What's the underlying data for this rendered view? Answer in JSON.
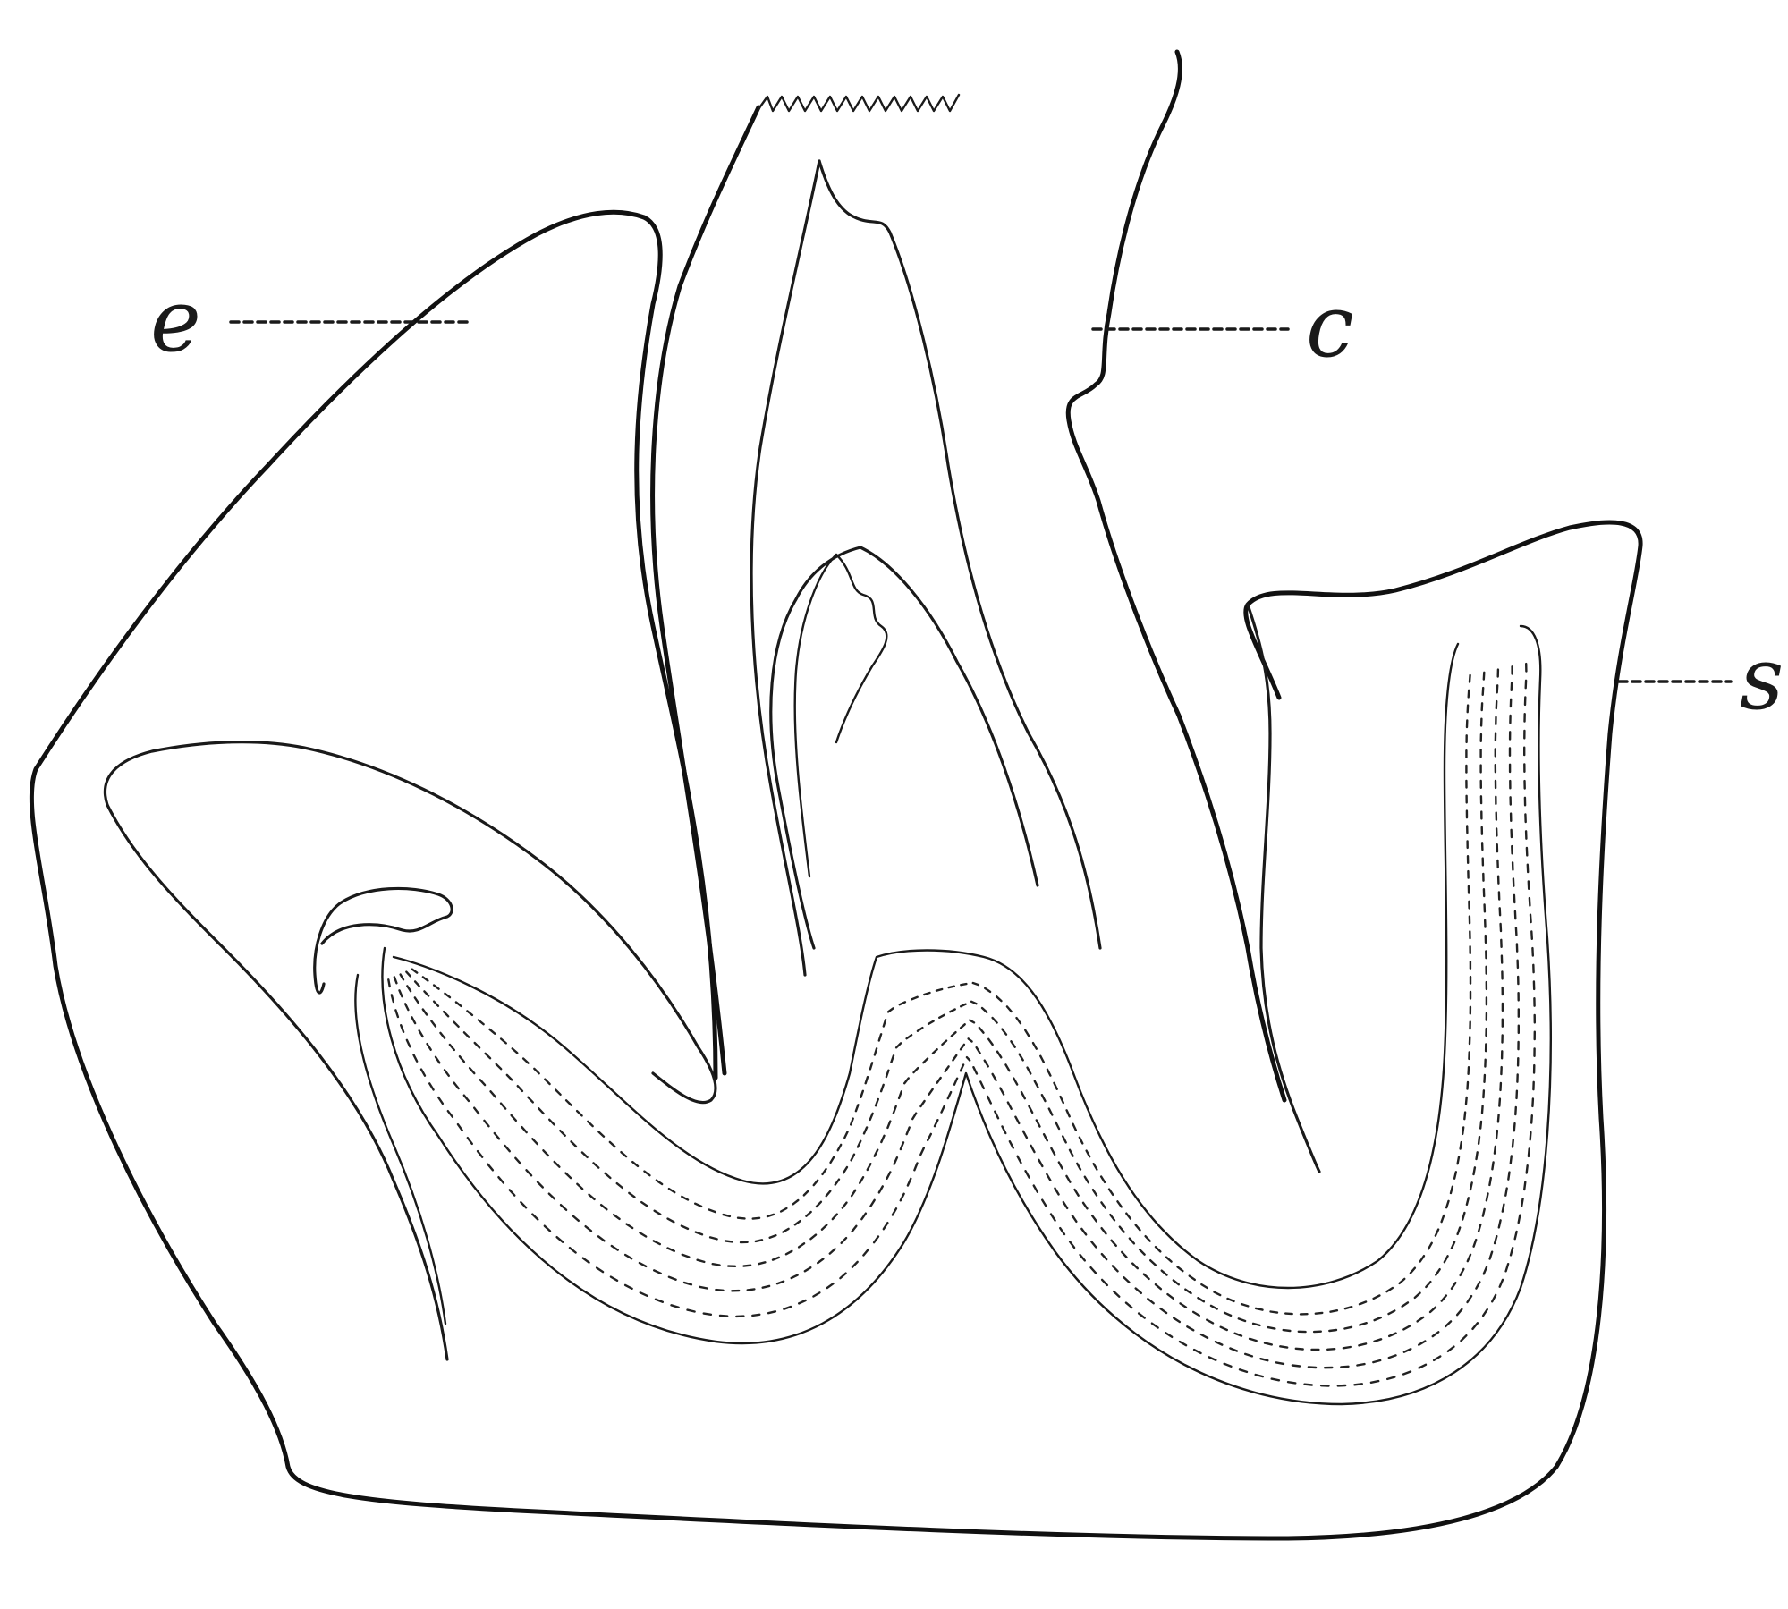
{
  "labels": {
    "e": "e",
    "c": "c",
    "s": "s"
  }
}
